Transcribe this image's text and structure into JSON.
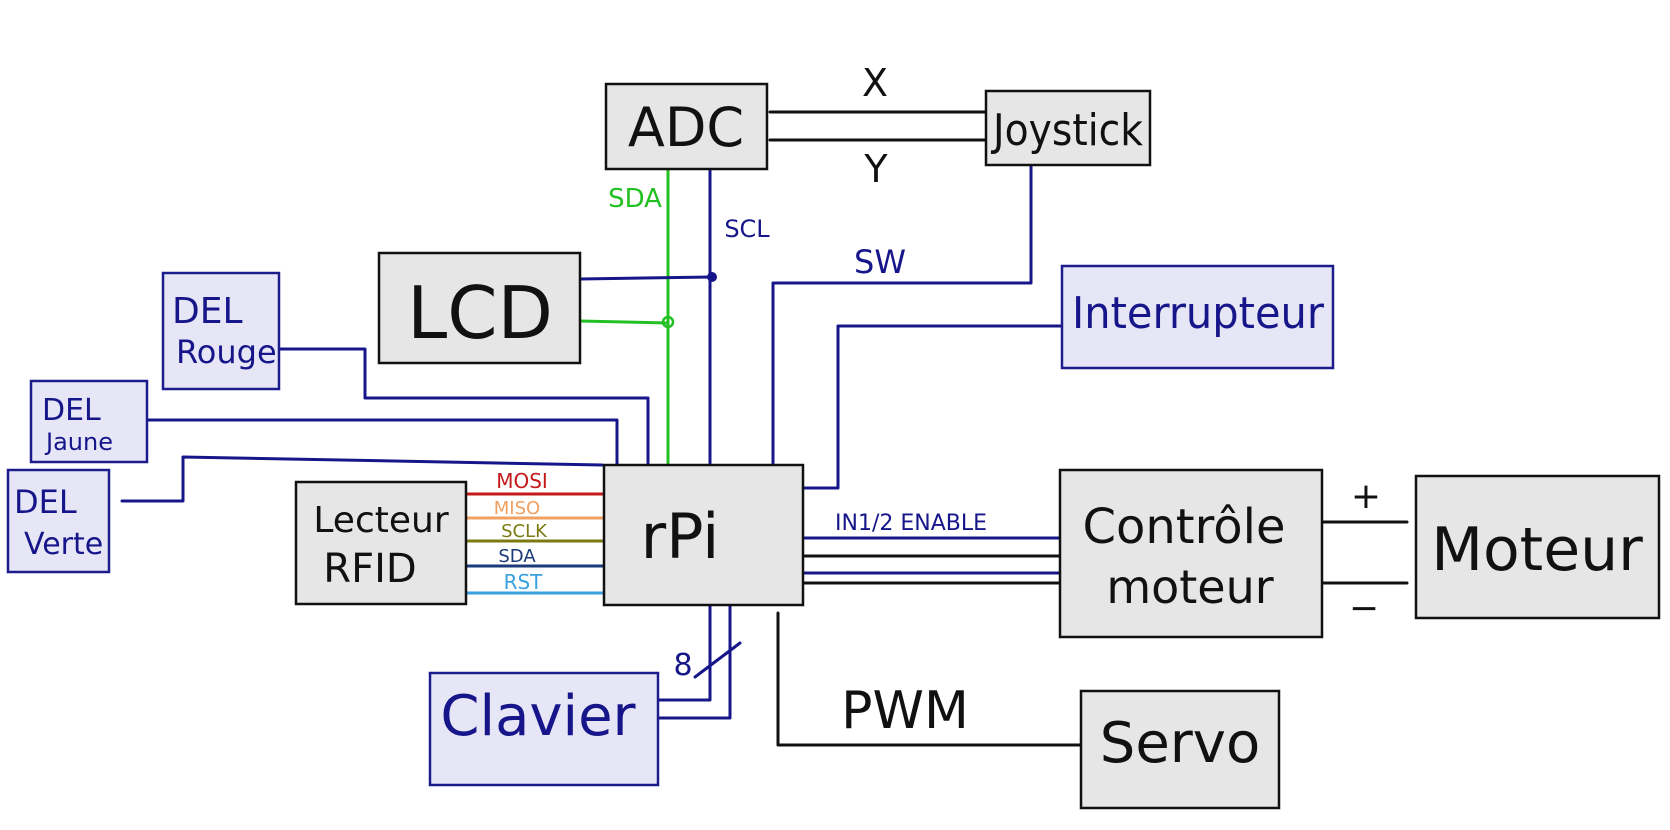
{
  "blocks": {
    "adc": "ADC",
    "joystick": "Joystick",
    "lcd": "LCD",
    "interrupteur": "Interrupteur",
    "del_rouge": [
      "DEL",
      "Rouge"
    ],
    "del_jaune": [
      "DEL",
      "Jaune"
    ],
    "del_verte": [
      "DEL",
      "Verte"
    ],
    "lecteur_rfid": [
      "Lecteur",
      "RFID"
    ],
    "rpi": "rPi",
    "controle_moteur": [
      "Contrôle",
      "moteur"
    ],
    "moteur": "Moteur",
    "clavier": "Clavier",
    "servo": "Servo"
  },
  "labels": {
    "x": "X",
    "y": "Y",
    "sda_adc": "SDA",
    "scl_adc": "SCL",
    "sw": "SW",
    "mosi": "MOSI",
    "miso": "MISO",
    "sclk": "SCLK",
    "sda_rfid": "SDA",
    "rst": "RST",
    "in_enable": "IN1/2 ENABLE",
    "bus_width": "8",
    "pwm": "PWM",
    "plus": "+",
    "minus": "−"
  },
  "colors": {
    "gray_block": "#e6e6e6",
    "blue_block": "#e6e6f6",
    "blue_wire": "#16168a",
    "green_wire": "#22c022",
    "mosi": "#c41a1a",
    "miso": "#f0a060",
    "sclk": "#7a7a10",
    "sda_rfid": "#1a3a7a",
    "rst": "#3aa0e0"
  }
}
